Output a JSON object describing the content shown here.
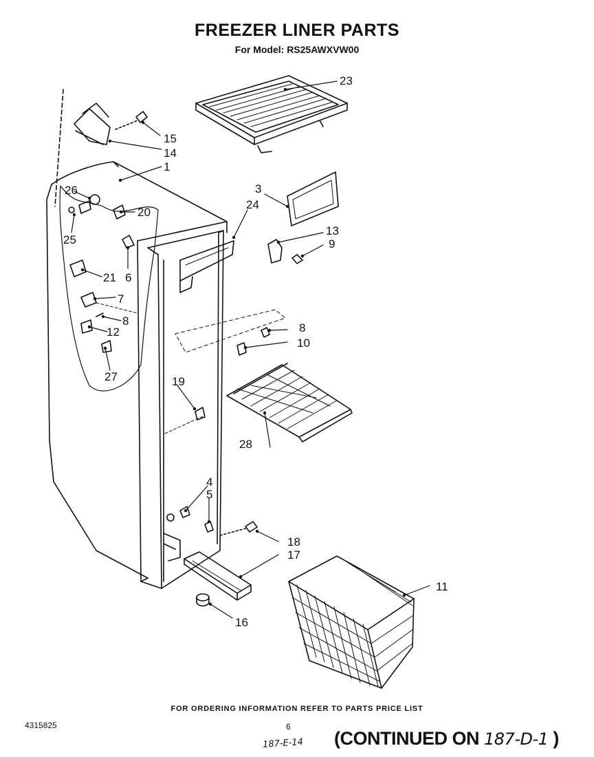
{
  "title": "FREEZER LINER PARTS",
  "subtitle": "For Model: RS25AWXVW00",
  "callouts": {
    "c1": "1",
    "c3": "3",
    "c4": "4",
    "c5": "5",
    "c6": "6",
    "c7": "7",
    "c8a": "8",
    "c8b": "8",
    "c9": "9",
    "c10": "10",
    "c11": "11",
    "c12": "12",
    "c13": "13",
    "c14": "14",
    "c15": "15",
    "c16": "16",
    "c17": "17",
    "c18": "18",
    "c19": "19",
    "c20": "20",
    "c21": "21",
    "c23": "23",
    "c24": "24",
    "c25": "25",
    "c26": "26",
    "c27": "27",
    "c28": "28"
  },
  "footer": {
    "ordering_info": "FOR ORDERING INFORMATION REFER TO PARTS PRICE LIST",
    "doc_number": "4315825",
    "page_number": "6",
    "handwritten_date": "187-E-14",
    "continued_text": "(CONTINUED ON",
    "continued_ref": "187-D-1",
    "continued_close": ")"
  }
}
